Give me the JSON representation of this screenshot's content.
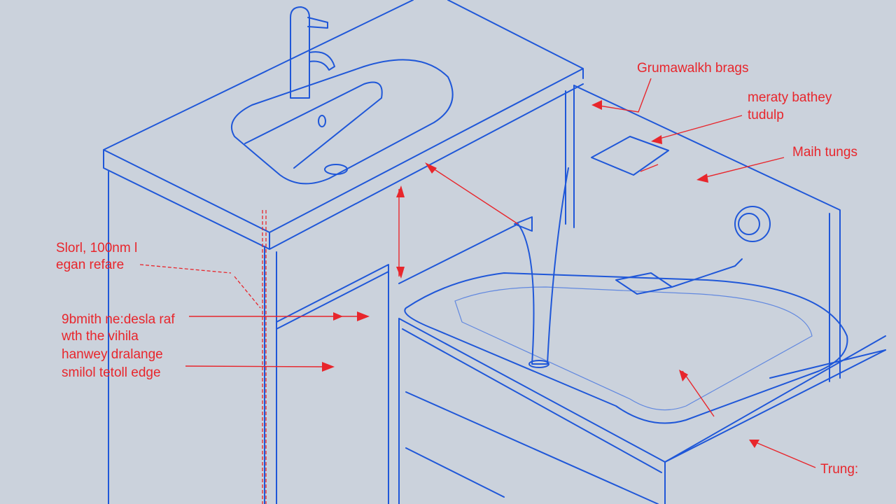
{
  "diagram": {
    "labels": {
      "top_right_1": "Grumawalkh brags",
      "top_right_2a": "meraty bathey",
      "top_right_2b": "tudulp",
      "top_right_3": "Maih tungs",
      "left_1a": "Slorl, 100nm l",
      "left_1b": "egan refare",
      "left_2a": "9bmith ne:desla raf",
      "left_2b": "wth the vihila",
      "left_2c": "hanwey dralange",
      "left_2d": "smilol tetoll edge",
      "bottom_right": "Trung:"
    },
    "colors": {
      "background": "#cbd2dc",
      "line": "#1f57d8",
      "annotation": "#e8262c"
    }
  }
}
